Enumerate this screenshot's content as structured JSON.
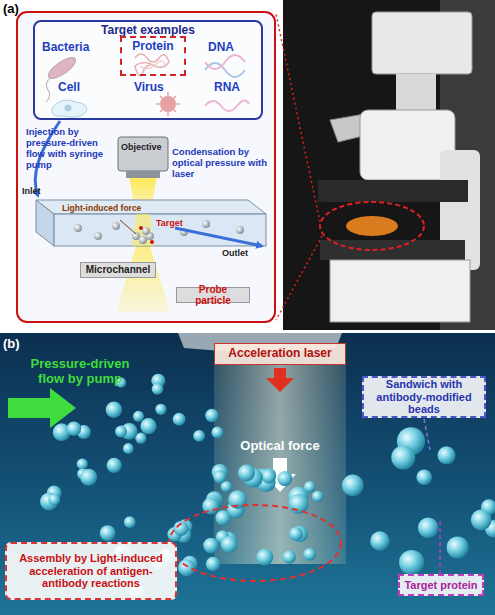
{
  "diagram": {
    "nodes": [
      {
        "text": [
          "Target examples"
        ]
      },
      {
        "text": [
          "Protein"
        ],
        "in": 0
      },
      {
        "text": [
          "Microchannel"
        ]
      },
      {
        "text": [
          "Probe particle"
        ]
      },
      {
        "text": [
          "Acceleration laser"
        ]
      },
      {
        "text": [
          "Sandwich with antibody-modified beads"
        ]
      },
      {
        "text": [
          "Target protein"
        ]
      },
      {
        "text": [
          "Assembly by Light-induced acceleration of antigen-antibody reactions"
        ]
      }
    ],
    "labels": [
      "(a)",
      "Bacteria",
      "DNA",
      "Cell",
      "Virus",
      "RNA",
      "Injection by pressure-driven flow with syringe pump",
      "Condensation by optical pressure with laser",
      "Objective",
      "Inlet",
      "Light-induced force",
      "Target",
      "Outlet",
      "(b)",
      "Pressure-driven flow by pump",
      "Optical force"
    ]
  }
}
